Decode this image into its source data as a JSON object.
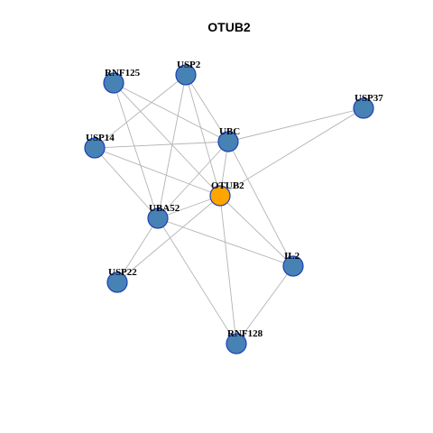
{
  "title": "OTUB2",
  "colors": {
    "node_fill": "#4682b4",
    "center_fill": "#ffa500",
    "node_stroke": "#1f3fb8",
    "edge": "#b3b3b3"
  },
  "nodes": [
    {
      "id": "RNF125",
      "label": "RNF125",
      "center": false
    },
    {
      "id": "USP2",
      "label": "USP2",
      "center": false
    },
    {
      "id": "USP37",
      "label": "USP37",
      "center": false
    },
    {
      "id": "USP14",
      "label": "USP14",
      "center": false
    },
    {
      "id": "UBC",
      "label": "UBC",
      "center": false
    },
    {
      "id": "OTUB2",
      "label": "OTUB2",
      "center": true
    },
    {
      "id": "UBA52",
      "label": "UBA52",
      "center": false
    },
    {
      "id": "IL2",
      "label": "IL2",
      "center": false
    },
    {
      "id": "USP22",
      "label": "USP22",
      "center": false
    },
    {
      "id": "RNF128",
      "label": "RNF128",
      "center": false
    }
  ],
  "edges": [
    [
      "RNF125",
      "UBC"
    ],
    [
      "RNF125",
      "OTUB2"
    ],
    [
      "RNF125",
      "UBA52"
    ],
    [
      "USP2",
      "USP14"
    ],
    [
      "USP2",
      "UBC"
    ],
    [
      "USP2",
      "OTUB2"
    ],
    [
      "USP2",
      "UBA52"
    ],
    [
      "USP37",
      "UBC"
    ],
    [
      "USP37",
      "OTUB2"
    ],
    [
      "USP14",
      "UBC"
    ],
    [
      "USP14",
      "OTUB2"
    ],
    [
      "USP14",
      "UBA52"
    ],
    [
      "UBC",
      "UBA52"
    ],
    [
      "UBC",
      "OTUB2"
    ],
    [
      "UBC",
      "IL2"
    ],
    [
      "OTUB2",
      "UBA52"
    ],
    [
      "OTUB2",
      "IL2"
    ],
    [
      "OTUB2",
      "RNF128"
    ],
    [
      "OTUB2",
      "USP22"
    ],
    [
      "UBA52",
      "USP22"
    ],
    [
      "UBA52",
      "IL2"
    ],
    [
      "UBA52",
      "RNF128"
    ],
    [
      "IL2",
      "RNF128"
    ]
  ]
}
